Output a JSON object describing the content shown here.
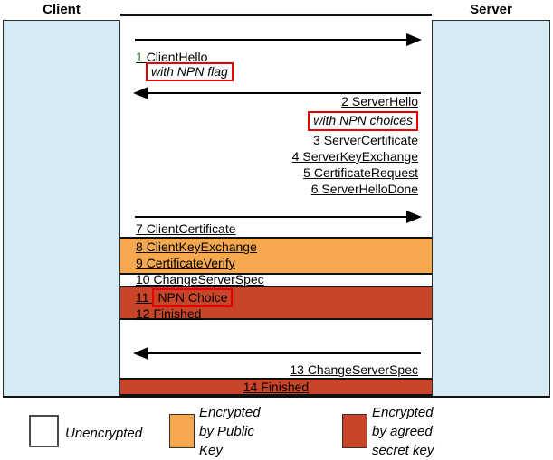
{
  "title_labels": {
    "client": "Client",
    "server": "Server"
  },
  "messages": [
    {
      "num": "1",
      "label": "ClientHello",
      "annotation": "with NPN flag",
      "encryption": "unencrypted"
    },
    {
      "num": "2",
      "label": "ServerHello",
      "annotation": "with NPN choices",
      "encryption": "unencrypted"
    },
    {
      "num": "3",
      "label": "ServerCertificate",
      "encryption": "unencrypted"
    },
    {
      "num": "4",
      "label": "ServerKeyExchange",
      "encryption": "unencrypted"
    },
    {
      "num": "5",
      "label": "CertificateRequest",
      "encryption": "unencrypted"
    },
    {
      "num": "6",
      "label": "ServerHelloDone",
      "encryption": "unencrypted"
    },
    {
      "num": "7",
      "label": "ClientCertificate",
      "encryption": "unencrypted"
    },
    {
      "num": "8",
      "label": "ClientKeyExchange",
      "encryption": "public-key"
    },
    {
      "num": "9",
      "label": "CertificateVerify",
      "encryption": "public-key"
    },
    {
      "num": "10",
      "label": "ChangeServerSpec",
      "encryption": "unencrypted"
    },
    {
      "num": "11",
      "label": "NPN Choice",
      "encryption": "secret-key",
      "highlighted": true
    },
    {
      "num": "12",
      "label": "Finished",
      "encryption": "secret-key"
    },
    {
      "num": "13",
      "label": "ChangeServerSpec",
      "encryption": "unencrypted"
    },
    {
      "num": "14",
      "label": "Finished",
      "encryption": "secret-key"
    }
  ],
  "arrows": [
    {
      "direction": "client-to-server"
    },
    {
      "direction": "server-to-client"
    },
    {
      "direction": "client-to-server"
    },
    {
      "direction": "server-to-client"
    }
  ],
  "legend": {
    "unencrypted_label": "Unencrypted",
    "public_key_label": "Encrypted\nby Public\nKey",
    "secret_key_label": "Encrypted\nby agreed\nsecret key"
  },
  "colors": {
    "actor_fill": "#d5eaf2",
    "public_key_fill": "#f5a84e",
    "secret_key_fill": "#c8452a",
    "highlight_box_stroke": "#e60000",
    "step1_number_color": "#2e7d32"
  }
}
